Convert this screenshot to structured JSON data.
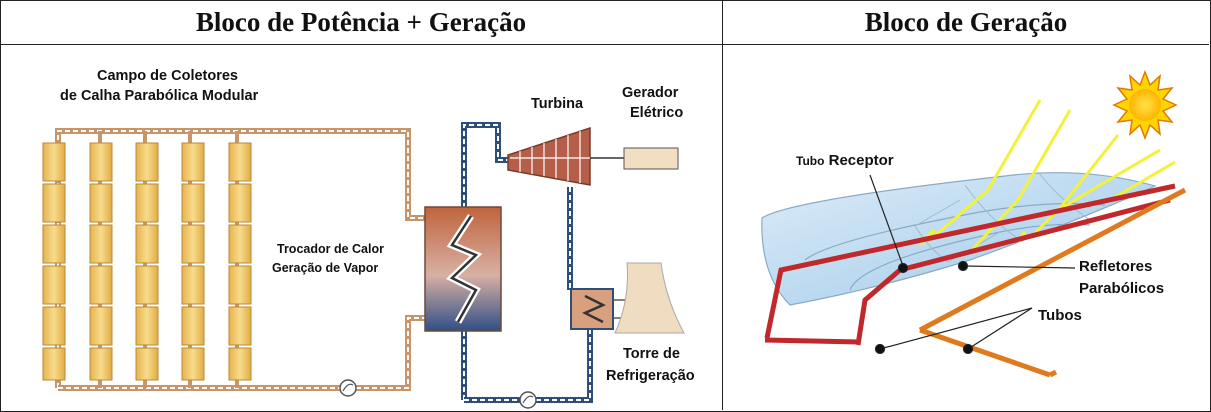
{
  "left_panel": {
    "title": "Bloco de Potência + Geração",
    "collector_label_line1": "Campo de Coletores",
    "collector_label_line2": "de Calha Parabólica Modular",
    "turbine_label": "Turbina",
    "generator_label_line1": "Gerador",
    "generator_label_line2": "Elétrico",
    "exchanger_label_line1": "Trocador de Calor",
    "exchanger_label_line2": "Geração de Vapor",
    "tower_label_line1": "Torre de",
    "tower_label_line2": "Refrigeração"
  },
  "right_panel": {
    "title": "Bloco de Geração",
    "receiver_label_prefix": "Tubo",
    "receiver_label_main": "Receptor",
    "reflectors_label_line1": "Refletores",
    "reflectors_label_line2": "Parabólicos",
    "tubes_label": "Tubos"
  },
  "colors": {
    "pipe_hot": "#c8956a",
    "pipe_cool": "#2e4f7a",
    "collector": "#f2cf72",
    "turbine": "#b55f4a",
    "sun": "#ffd400",
    "receiver_tube": "#c0282c",
    "feed_tube": "#e07a1f",
    "mirror": "#b8d8ef"
  }
}
